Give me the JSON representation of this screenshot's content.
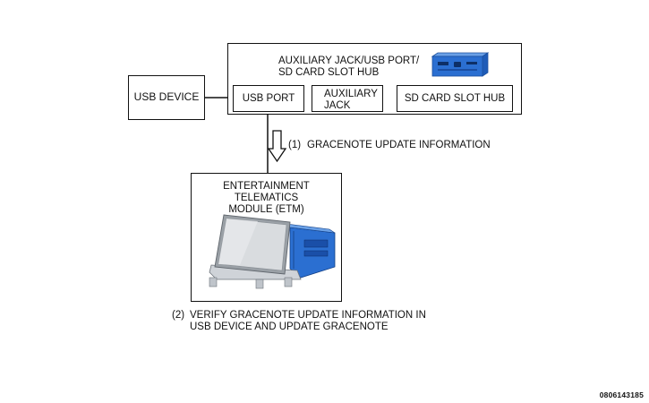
{
  "usb_device": {
    "label": "USB DEVICE"
  },
  "hub": {
    "title": "AUXILIARY JACK/USB PORT/\nSD CARD SLOT HUB",
    "ports": {
      "usb": "USB PORT",
      "aux": "AUXILIARY\nJACK",
      "sd": "SD CARD SLOT HUB"
    }
  },
  "etm": {
    "title": "ENTERTAINMENT\nTELEMATICS\nMODULE (ETM)"
  },
  "steps": [
    {
      "number": "(1)",
      "text": "GRACENOTE UPDATE INFORMATION"
    },
    {
      "number": "(2)",
      "text": "VERIFY GRACENOTE UPDATE INFORMATION IN\nUSB DEVICE AND UPDATE GRACENOTE"
    }
  ],
  "document_number": "0806143185",
  "colors": {
    "module_blue": "#2b6fd1",
    "line": "#111111"
  }
}
